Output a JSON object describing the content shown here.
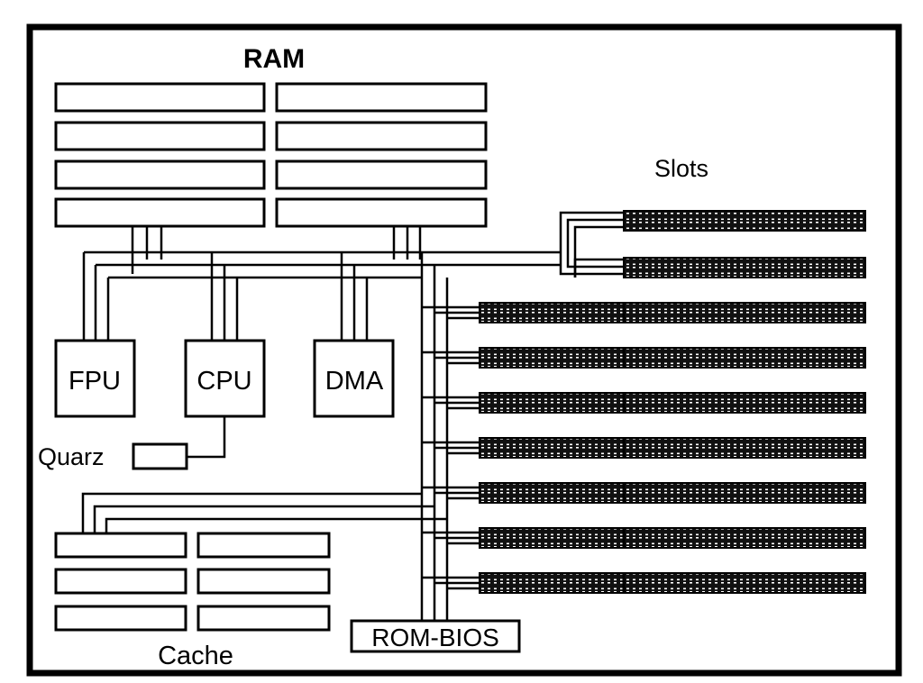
{
  "labels": {
    "ram": "RAM",
    "slots": "Slots",
    "fpu": "FPU",
    "cpu": "CPU",
    "dma": "DMA",
    "quarz": "Quarz",
    "cache": "Cache",
    "rom_bios": "ROM-BIOS"
  },
  "counts": {
    "ram_modules": 8,
    "cache_modules": 6,
    "short_slots": 2,
    "long_slots": 7
  }
}
